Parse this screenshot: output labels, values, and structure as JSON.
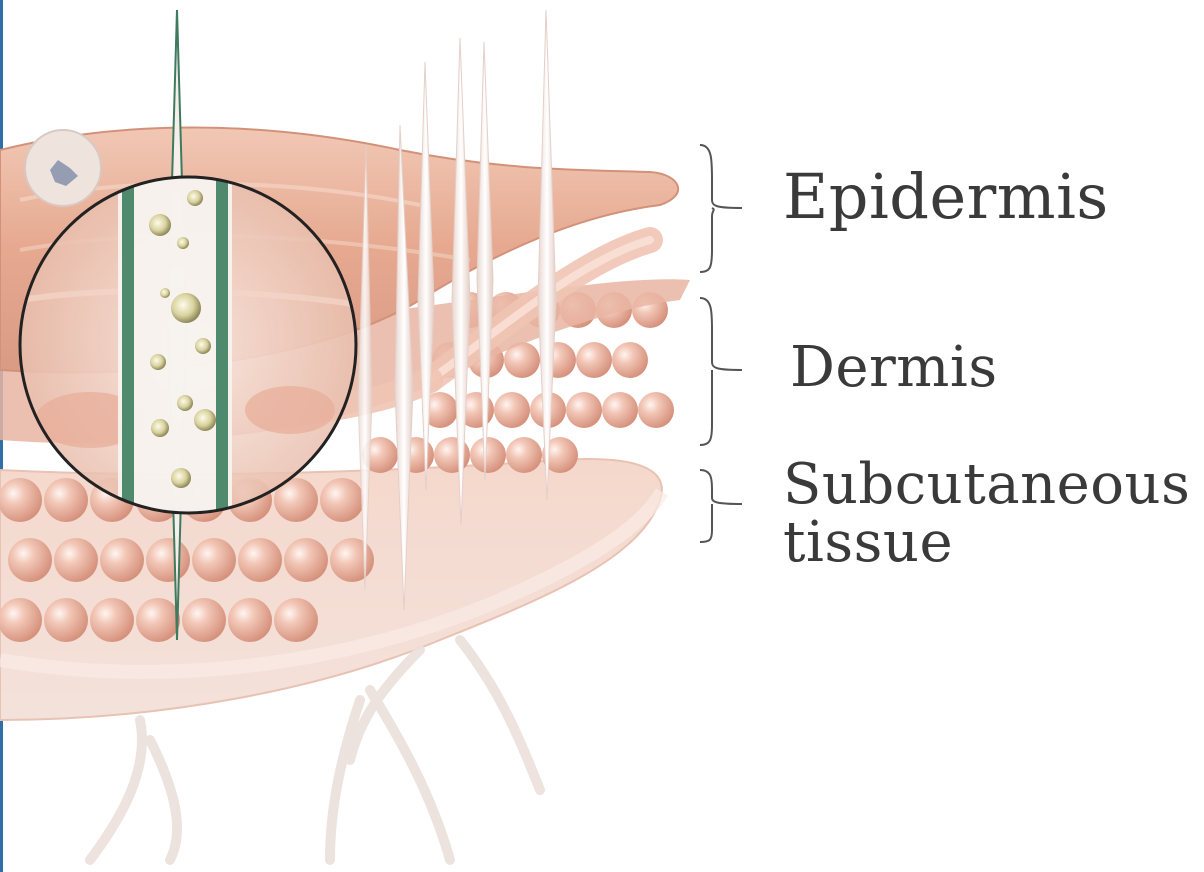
{
  "labels": {
    "epidermis": "Epidermis",
    "dermis": "Dermis",
    "subcutaneous_line1": "Subcutaneous",
    "subcutaneous_line2": "tissue"
  },
  "colors": {
    "skin_light": "#f4d2c2",
    "skin_mid": "#e8ab92",
    "skin_dark": "#c98a74",
    "fat_cell": "#efb9a7",
    "needle": "#f7f2f0",
    "needle_channel": "#4f8a6f",
    "label_text": "#3a3a3a",
    "edge_bar": "#2f6ea6"
  }
}
